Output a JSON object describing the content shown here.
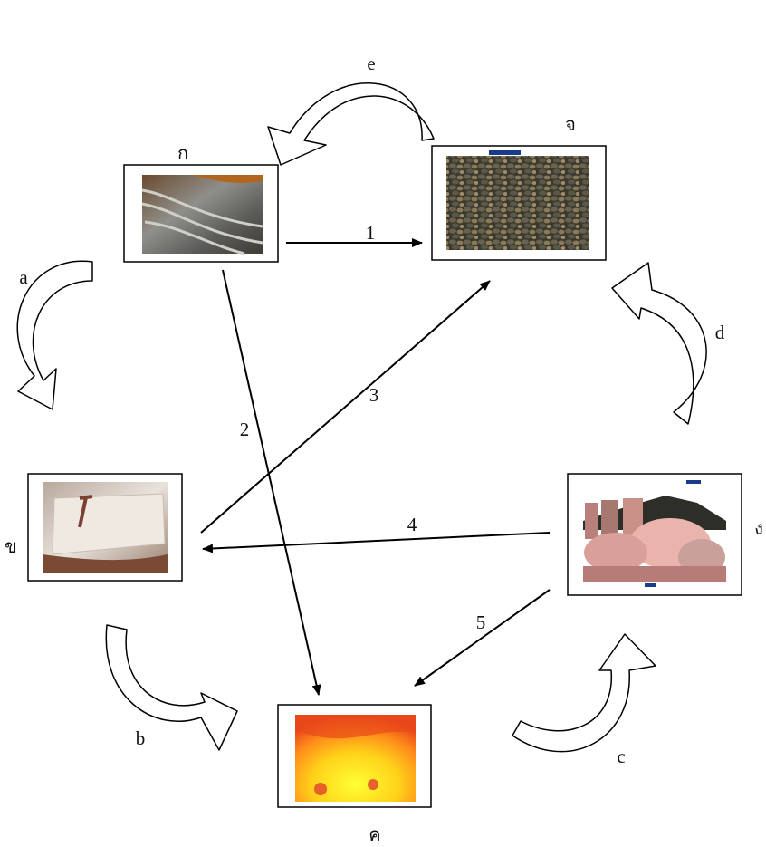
{
  "nodes": {
    "kor": "ก",
    "khor": "ข",
    "khor_bottom": "ค",
    "ngor": "ง",
    "jor": "จ"
  },
  "cycle_arrows": {
    "a": "a",
    "b": "b",
    "c": "c",
    "d": "d",
    "e": "e"
  },
  "direct_arrows": {
    "n1": "1",
    "n2": "2",
    "n3": "3",
    "n4": "4",
    "n5": "5"
  }
}
